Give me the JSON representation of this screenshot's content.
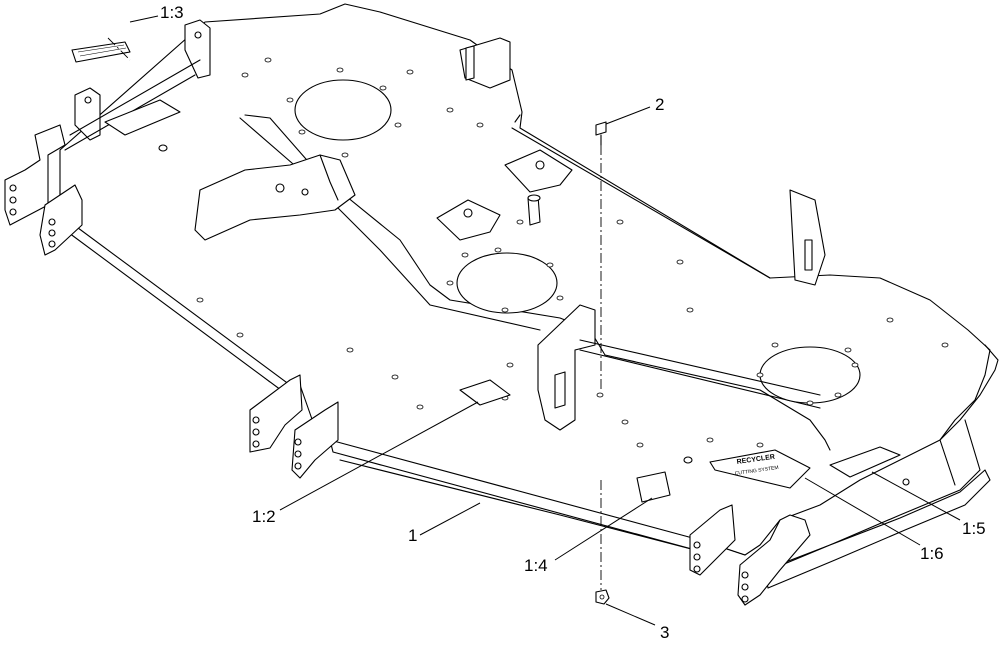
{
  "callouts": {
    "c1_3": "1:3",
    "c2": "2",
    "c1_2": "1:2",
    "c1": "1",
    "c1_4": "1:4",
    "c1_6": "1:6",
    "c1_5": "1:5",
    "c3": "3"
  },
  "decal_text": {
    "line1": "RECYCLER",
    "line2": "CUTTING SYSTEM"
  }
}
